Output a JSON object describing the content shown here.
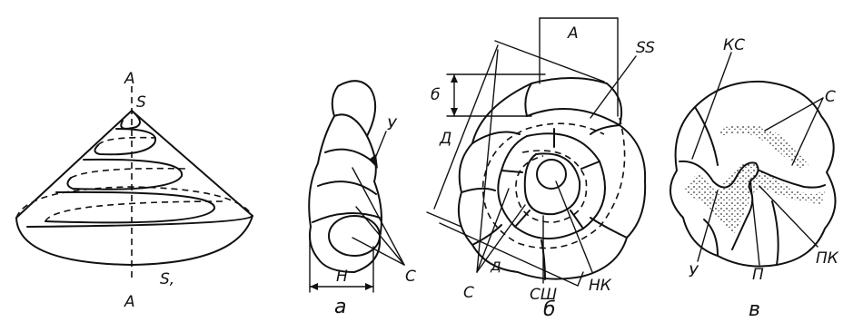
{
  "cone": {
    "axis_top": "A",
    "axis_bottom": "A",
    "apex": "S",
    "base": "S,"
  },
  "panel_a": {
    "caption": "a",
    "width_label": "H",
    "umbilicus": "У",
    "chambers": "C"
  },
  "panel_b": {
    "caption": "б",
    "top_label": "A",
    "spiral_suture": "SS",
    "height_label": "б",
    "diameter_big": "Д",
    "diameter_small": "д",
    "chambers": "C",
    "septal_suture": "СШ",
    "initial_chamber": "НК"
  },
  "panel_v": {
    "caption": "в",
    "chamber_suture": "КС",
    "chambers": "C",
    "umbilicus": "У",
    "aperture": "П",
    "last_chamber": "ПК"
  }
}
